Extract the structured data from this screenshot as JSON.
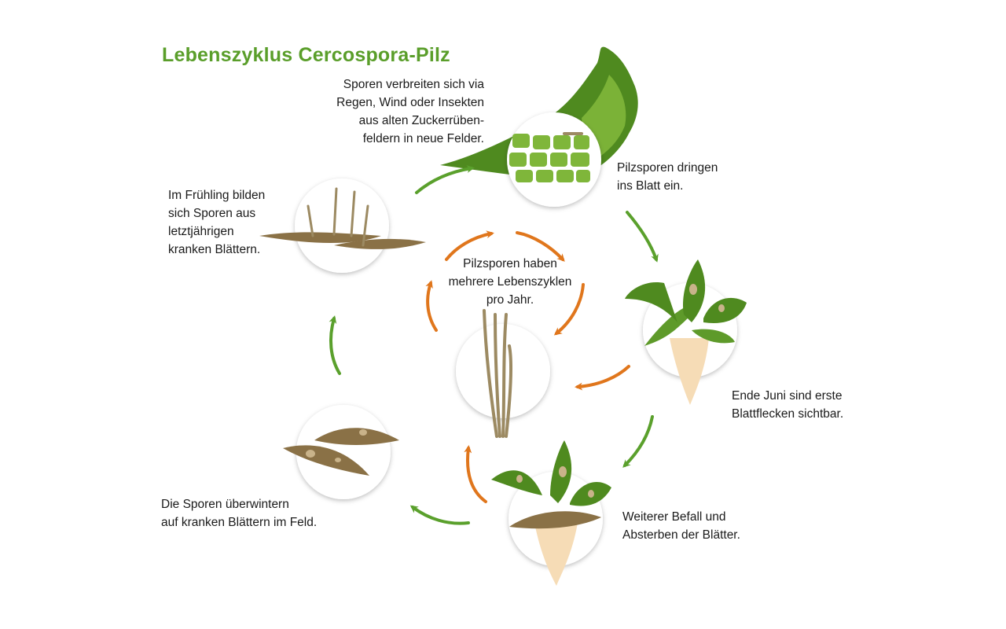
{
  "title": "Lebenszyklus Cercospora-Pilz",
  "colors": {
    "title": "#5a9e2a",
    "cycle_arrow": "#5aa02c",
    "inner_arrow": "#e0761c",
    "leaf_dark": "#4f8a1f",
    "leaf_light": "#7fb63a",
    "dead_leaf": "#8a7146",
    "beet": "#f6dcb6"
  },
  "captions": {
    "spread": [
      "Sporen verbreiten sich via",
      "Regen, Wind oder Insekten",
      "aus alten Zuckerrüben-",
      "feldern in neue Felder."
    ],
    "penetrate": [
      "Pilzsporen dringen",
      "ins Blatt ein."
    ],
    "spring": [
      "Im Frühling bilden",
      "sich Sporen aus",
      "letztjährigen",
      "kranken Blättern."
    ],
    "center": [
      "Pilzsporen haben",
      "mehrere Lebenszyklen",
      "pro Jahr."
    ],
    "june": [
      "Ende Juni sind erste",
      "Blattflecken sichtbar."
    ],
    "winter": [
      "Die Sporen überwintern",
      "auf kranken Blättern im Feld."
    ],
    "dying": [
      "Weiterer Befall und",
      "Absterben der Blätter."
    ]
  }
}
